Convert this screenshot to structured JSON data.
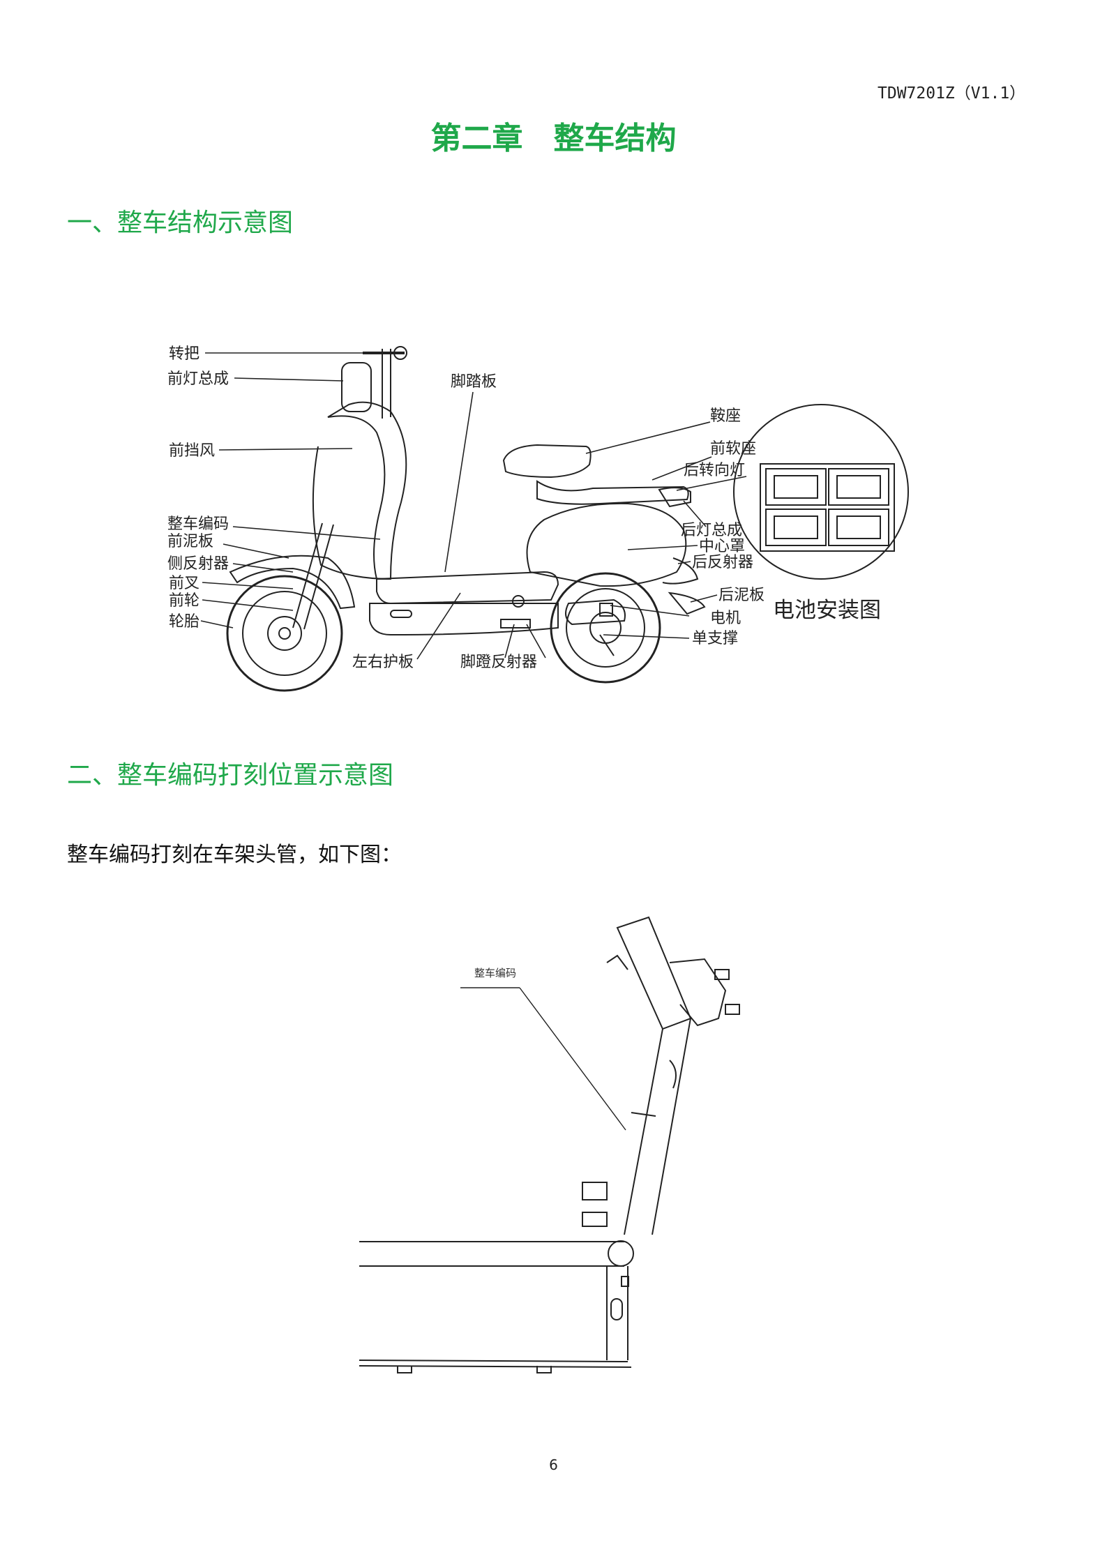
{
  "header": {
    "doc_code": "TDW7201Z（V1.1）"
  },
  "chapter": {
    "title": "第二章　整车结构"
  },
  "section1": {
    "title": "一、整车结构示意图",
    "labels": {
      "handlebar": "转把",
      "headlight": "前灯总成",
      "windshield": "前挡风",
      "vin": "整车编码",
      "front_fender": "前泥板",
      "side_reflector": "侧反射器",
      "front_fork": "前叉",
      "front_wheel": "前轮",
      "tire": "轮胎",
      "footboard": "脚踏板",
      "side_guard": "左右护板",
      "pedal_reflector": "脚蹬反射器",
      "saddle": "鞍座",
      "front_soft_seat": "前软座",
      "rear_turn_light": "后转向灯",
      "rear_light": "后灯总成",
      "center_cover": "中心罩",
      "rear_reflector": "后反射器",
      "rear_fender": "后泥板",
      "motor": "电机",
      "kickstand": "单支撑"
    },
    "battery_caption": "电池安装图"
  },
  "section2": {
    "title": "二、整车编码打刻位置示意图",
    "text": "整车编码打刻在车架头管，如下图：",
    "frame_label": "整车编码"
  },
  "footer": {
    "page_number": "6"
  }
}
